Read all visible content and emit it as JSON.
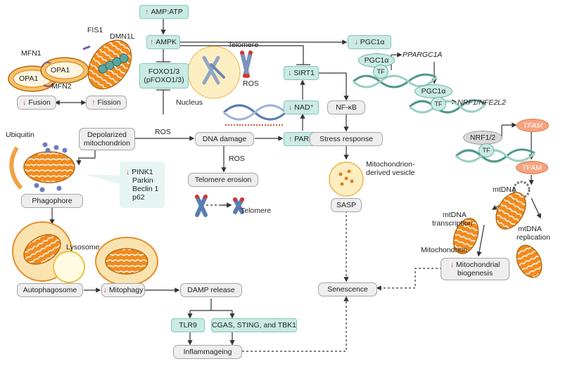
{
  "nodes": {
    "amp_atp": "AMP:ATP",
    "ampk": "AMPK",
    "pgc1a_top": "PGC1α",
    "foxo_line1": "FOXO1/3",
    "foxo_line2": "(pFOXO1/3)",
    "sirt1": "SIRT1",
    "nad": "NAD⁺",
    "parp": "PARP",
    "nfkb": "NF-κB",
    "stress": "Stress response",
    "fusion": "Fusion",
    "fission": "Fission",
    "depol_line1": "Depolarized",
    "depol_line2": "mitochondrion",
    "dna_damage": "DNA damage",
    "telomere_erosion": "Telomere erosion",
    "phagophore": "Phagophore",
    "pink_list": [
      "PINK1",
      "Parkin",
      "Beclin 1",
      "p62"
    ],
    "autophagosome": "Autophagosome",
    "mitophagy": "Mitophagy",
    "damp": "DAMP release",
    "tlr9": "TLR9",
    "cgas": "CGAS, STING, and TBK1",
    "inflamm": "Inflammageing",
    "sasp": "SASP",
    "senescence": "Senescence",
    "biogenesis_line1": "Mitochondrial",
    "biogenesis_line2": "biogenesis",
    "pgc1a_oval": "PGC1α",
    "pgc1a_oval2": "PGC1α",
    "nrf12": "NRF1/2",
    "tfam_top": "TFAM",
    "tfam_mid": "TFAM",
    "tf": "TF"
  },
  "labels": {
    "fis1": "FIS1",
    "dmn1l": "DMN1L",
    "mfn1": "MFN1",
    "mfn2": "MFN2",
    "opa1_a": "OPA1",
    "opa1_b": "OPA1",
    "telomere_top": "Telomere",
    "ros_top": "ROS",
    "nucleus": "Nucleus",
    "ros_mid": "ROS",
    "ros_low": "ROS",
    "ubiquitin": "Ubiquitin",
    "lysosome": "Lysosome",
    "telomere_low": "Telomere",
    "mdv_line1": "Mitochondrion-",
    "mdv_line2": "derived vesicle",
    "ppargc1a": "PPARGC1A",
    "nrf1_nfe2l2": "NRF1/NFE2L2",
    "mtdna": "mtDNA",
    "mtdna_tx_line1": "mtDNA",
    "mtdna_tx_line2": "transcription",
    "mtdna_rep_line1": "mtDNA",
    "mtdna_rep_line2": "replication",
    "mitochondrion": "Mitochondrion"
  },
  "colors": {
    "teal_fill": "#c9ebe4",
    "grey_fill": "#eeeeee",
    "red_arrow": "#d9362b",
    "mito_orange": "#f08a1c",
    "dna_green": "#4e9a8a"
  }
}
